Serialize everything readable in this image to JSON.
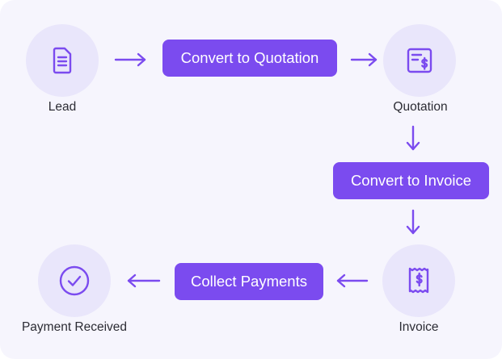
{
  "colors": {
    "accent": "#7b4bef",
    "node_fill": "#e9e6fb",
    "background": "#f6f5fd",
    "text": "#2c2c34"
  },
  "nodes": {
    "lead": {
      "label": "Lead",
      "icon": "document-icon"
    },
    "quotation": {
      "label": "Quotation",
      "icon": "quotation-dollar-icon"
    },
    "invoice": {
      "label": "Invoice",
      "icon": "receipt-dollar-icon"
    },
    "payment_received": {
      "label": "Payment Received",
      "icon": "check-circle-icon"
    }
  },
  "actions": {
    "convert_to_quotation": "Convert to Quotation",
    "convert_to_invoice": "Convert to Invoice",
    "collect_payments": "Collect Payments"
  },
  "arrows": {
    "lead_to_action": "arrow-right-icon",
    "action_to_quotation": "arrow-right-icon",
    "quotation_to_action": "arrow-down-icon",
    "action_to_invoice": "arrow-down-icon",
    "invoice_to_action": "arrow-left-icon",
    "action_to_payment": "arrow-left-icon"
  }
}
